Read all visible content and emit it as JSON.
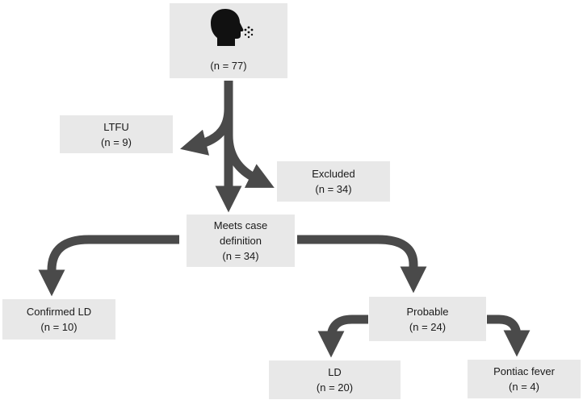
{
  "nodes": {
    "root": {
      "line1": "(n = 77)"
    },
    "ltfu": {
      "line1": "LTFU",
      "line2": "(n = 9)"
    },
    "excluded": {
      "line1": "Excluded",
      "line2": "(n = 34)"
    },
    "meets": {
      "line1": "Meets case",
      "line2": "definition",
      "line3": "(n = 34)"
    },
    "confirmed": {
      "line1": "Confirmed LD",
      "line2": "(n = 10)"
    },
    "probable": {
      "line1": "Probable",
      "line2": "(n = 24)"
    },
    "ld": {
      "line1": "LD",
      "line2": "(n = 20)"
    },
    "pontiac": {
      "line1": "Pontiac fever",
      "line2": "(n = 4)"
    }
  },
  "icon": "person-coughing-icon",
  "colors": {
    "box": "#e8e8e8",
    "arrow": "#4a4a4a",
    "text": "#1a1a1a"
  }
}
